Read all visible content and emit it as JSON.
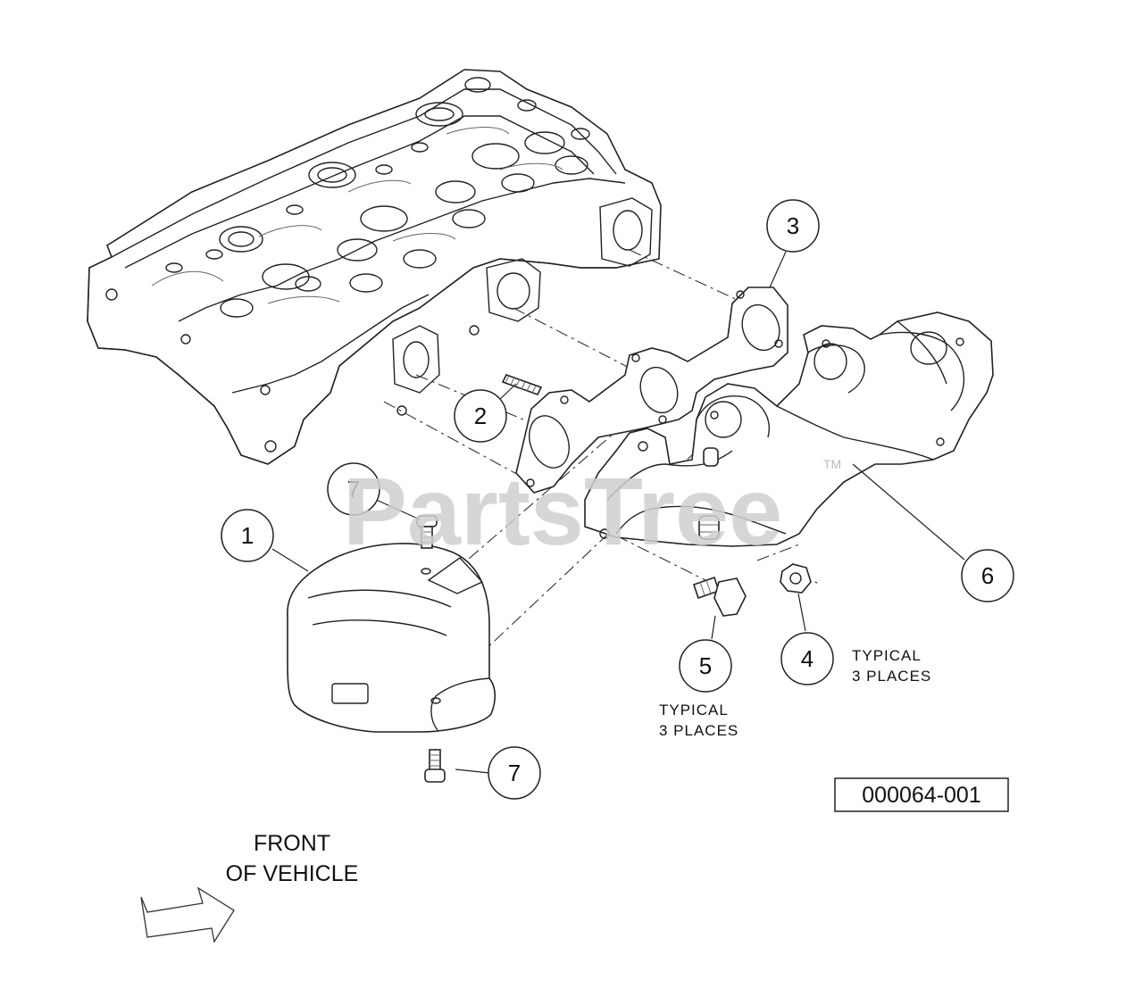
{
  "watermark": "PartsTree",
  "trademark": "TM",
  "callouts": [
    {
      "id": "1",
      "label": "1"
    },
    {
      "id": "2",
      "label": "2"
    },
    {
      "id": "3",
      "label": "3"
    },
    {
      "id": "4",
      "label": "4"
    },
    {
      "id": "5",
      "label": "5"
    },
    {
      "id": "6",
      "label": "6"
    },
    {
      "id": "7a",
      "label": "7"
    },
    {
      "id": "7b",
      "label": "7"
    }
  ],
  "notes": {
    "typical_4_line1": "TYPICAL",
    "typical_4_line2": "3  PLACES",
    "typical_5_line1": "TYPICAL",
    "typical_5_line2": "3  PLACES"
  },
  "reference_number": "000064-001",
  "front_label_line1": "FRONT",
  "front_label_line2": "OF VEHICLE"
}
